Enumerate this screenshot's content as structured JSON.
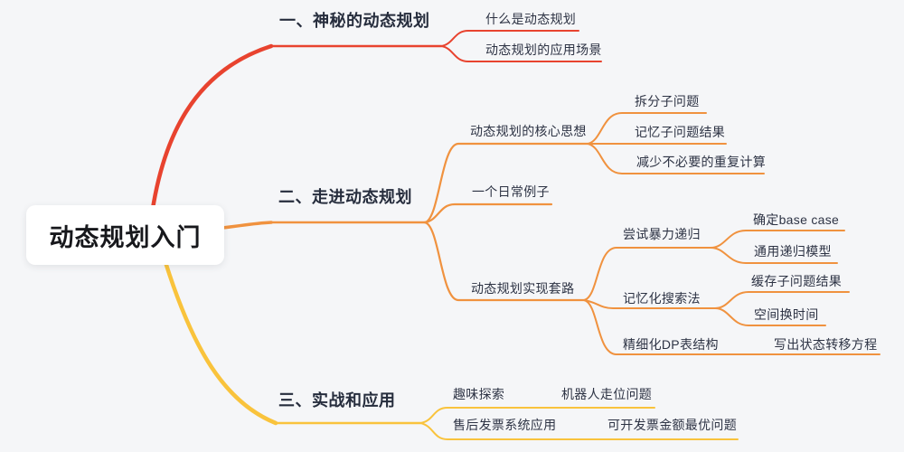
{
  "root": {
    "label": "动态规划入门"
  },
  "colors": {
    "branch1": "#e8432f",
    "branch2": "#f0923f",
    "branch3": "#f9c33c",
    "background": "#f5f6f8",
    "text": "#2d3344"
  },
  "branches": [
    {
      "label": "一、神秘的动态规划",
      "color": "#e8432f",
      "children": [
        {
          "label": "什么是动态规划"
        },
        {
          "label": "动态规划的应用场景"
        }
      ]
    },
    {
      "label": "二、走进动态规划",
      "color": "#f0923f",
      "children": [
        {
          "label": "动态规划的核心思想",
          "children": [
            {
              "label": "拆分子问题"
            },
            {
              "label": "记忆子问题结果"
            },
            {
              "label": "减少不必要的重复计算"
            }
          ]
        },
        {
          "label": "一个日常例子"
        },
        {
          "label": "动态规划实现套路",
          "children": [
            {
              "label": "尝试暴力递归",
              "children": [
                {
                  "label": "确定base case"
                },
                {
                  "label": "通用递归模型"
                }
              ]
            },
            {
              "label": "记忆化搜索法",
              "children": [
                {
                  "label": "缓存子问题结果"
                },
                {
                  "label": "空间换时间"
                }
              ]
            },
            {
              "label": "精细化DP表结构",
              "children": [
                {
                  "label": "写出状态转移方程"
                }
              ]
            }
          ]
        }
      ]
    },
    {
      "label": "三、实战和应用",
      "color": "#f9c33c",
      "children": [
        {
          "label": "趣味探索",
          "children": [
            {
              "label": "机器人走位问题"
            }
          ]
        },
        {
          "label": "售后发票系统应用",
          "children": [
            {
              "label": "可开发票金额最优问题"
            }
          ]
        }
      ]
    }
  ]
}
